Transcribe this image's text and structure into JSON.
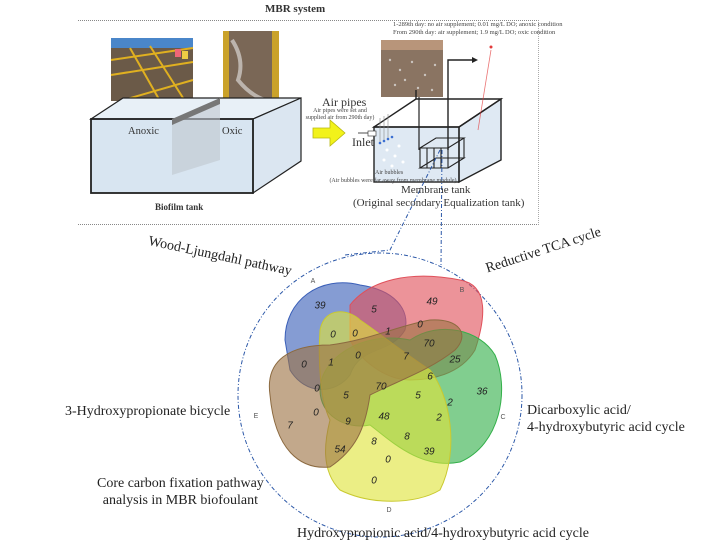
{
  "mbr": {
    "title": "MBR system",
    "conditions": [
      "1-289th day: no air supplement; 0.01 mg/L DO;  anoxic condition",
      "From 290th day: air supplement; 1.9 mg/L DO; oxic condition"
    ],
    "anoxic_label": "Anoxic",
    "oxic_label": "Oxic",
    "biofilm_tank_label": "Biofilm tank",
    "air_pipes_label": "Air pipes",
    "air_pipes_note": "Air pipes were set and supplied air from 290th day)",
    "inlet_label": "Inlet",
    "air_bubbles_label": "Air bubbles",
    "air_bubbles_note": "(Air bubbles were far away from membrane module)",
    "membrane_tank_label": "Membrane tank",
    "membrane_tank_sub": "(Original secondary Equalization tank)",
    "colors": {
      "water": "#cfe0ef",
      "arrow": "#f2f21a",
      "pipe": "#3b6fd1",
      "pointer": "#e23b3b"
    }
  },
  "pathways": {
    "wood_ljungdahl": "Wood-Ljungdahl pathway",
    "reductive_tca": "Reductive TCA cycle",
    "dicarboxylic_line1": "Dicarboxylic acid/",
    "dicarboxylic_line2": "4-hydroxybutyric acid cycle",
    "hydroxypropionic": "Hydroxypropionic acid/4-hydroxybutyric acid cycle",
    "three_hp_bicycle": "3-Hydroxypropionate bicycle",
    "core_line1": "Core carbon fixation pathway",
    "core_line2": "analysis in MBR biofoulant"
  },
  "venn": {
    "sets": [
      {
        "id": "A",
        "color": "#3a5fb8"
      },
      {
        "id": "B",
        "color": "#e0505a"
      },
      {
        "id": "C",
        "color": "#33b04a"
      },
      {
        "id": "D",
        "color": "#dfe33a"
      },
      {
        "id": "E",
        "color": "#9c7344"
      }
    ],
    "regions": [
      {
        "label": "A only",
        "value": "39"
      },
      {
        "label": "B only",
        "value": "49"
      },
      {
        "label": "C only",
        "value": "36"
      },
      {
        "label": "D only",
        "value": "0"
      },
      {
        "label": "E only",
        "value": "7"
      },
      {
        "label": "AB",
        "value": "5"
      },
      {
        "label": "AD",
        "value": "0"
      },
      {
        "label": "ABD",
        "value": "0"
      },
      {
        "label": "BE",
        "value": "0"
      },
      {
        "label": "BC",
        "value": "25"
      },
      {
        "label": "BCE",
        "value": "70"
      },
      {
        "label": "ABE",
        "value": "1"
      },
      {
        "label": "ADE",
        "value": "1"
      },
      {
        "label": "ABDE",
        "value": "0"
      },
      {
        "label": "AE",
        "value": "0"
      },
      {
        "label": "ABCE",
        "value": "7"
      },
      {
        "label": "BCE2",
        "value": "6"
      },
      {
        "label": "ACE",
        "value": "0"
      },
      {
        "label": "ACDE",
        "value": "5"
      },
      {
        "label": "ABCDE",
        "value": "70"
      },
      {
        "label": "BCDE",
        "value": "5"
      },
      {
        "label": "CE",
        "value": "2"
      },
      {
        "label": "CE2",
        "value": "0"
      },
      {
        "label": "CDE",
        "value": "9"
      },
      {
        "label": "ACD",
        "value": "48"
      },
      {
        "label": "CD",
        "value": "2"
      },
      {
        "label": "DE",
        "value": "54"
      },
      {
        "label": "CDE2",
        "value": "8"
      },
      {
        "label": "BCD",
        "value": "8"
      },
      {
        "label": "CD2",
        "value": "39"
      },
      {
        "label": "D2",
        "value": "0"
      }
    ]
  }
}
